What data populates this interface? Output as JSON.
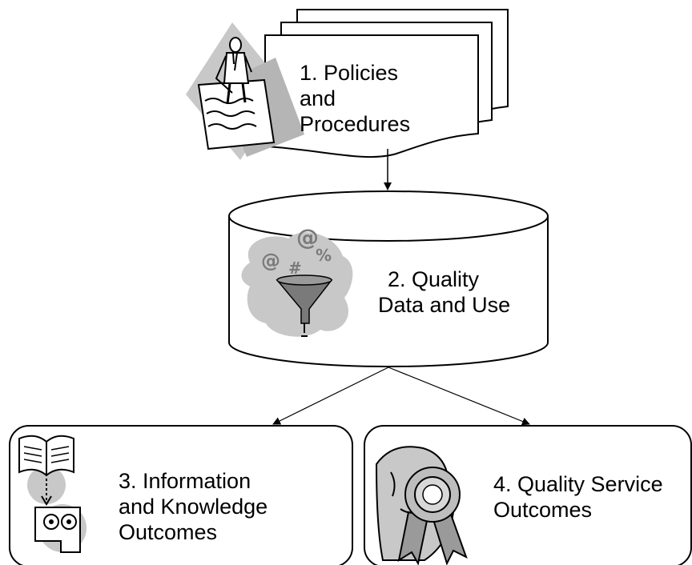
{
  "nodes": {
    "policies": {
      "line1": "1.  Policies",
      "line2": "and",
      "line3": "Procedures",
      "icon": "person-writing-document-clipart"
    },
    "quality_data": {
      "line1": "2.  Quality",
      "line2": "Data and Use",
      "icon": "data-funnel-clipart"
    },
    "info_knowledge": {
      "line1": "3.  Information",
      "line2": "and Knowledge",
      "line3": "Outcomes",
      "icon": "book-and-idea-clipart"
    },
    "service": {
      "line1": "4.  Quality Service",
      "line2": "Outcomes",
      "icon": "award-ribbon-clipart"
    }
  },
  "funnel_symbols": [
    "@",
    "@",
    "%",
    "#"
  ],
  "colors": {
    "stroke": "#000000",
    "fill": "#ffffff",
    "clipart_gray": "#c8c8c8",
    "clipart_dark": "#5a5a5a"
  }
}
